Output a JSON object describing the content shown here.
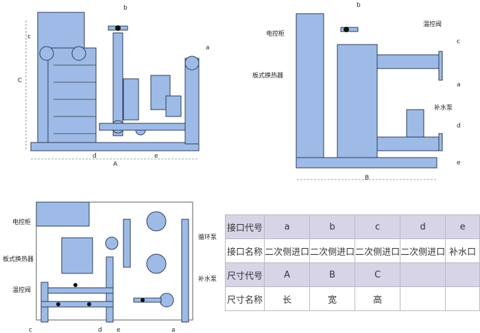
{
  "colors": {
    "equipment_fill": "#9dbbe6",
    "outline": "#2b3a55",
    "table_header_bg": "#d7d4e8"
  },
  "front_view": {
    "labels": {
      "b": "b",
      "c": "c",
      "a": "a",
      "d": "d",
      "e": "e",
      "height": "C",
      "length": "A"
    }
  },
  "side_view": {
    "labels": {
      "b": "b",
      "cabinet": "电控柜",
      "valve": "温控阀",
      "exchanger": "板式换热器",
      "pump": "补水泵",
      "c": "c",
      "a": "a",
      "d": "d",
      "e": "e",
      "width": "B"
    }
  },
  "top_view": {
    "labels": {
      "cabinet": "电控柜",
      "exchanger": "板式换热器",
      "valve": "温控阀",
      "circ_pump": "循环泵",
      "pump": "补水泵",
      "c": "c",
      "d": "d",
      "e": "e",
      "a": "a"
    }
  },
  "table": {
    "rows": [
      [
        "接口代号",
        "a",
        "b",
        "c",
        "d",
        "e"
      ],
      [
        "接口名称",
        "二次侧进口",
        "二次侧进口",
        "二次侧进口",
        "二次侧进口",
        "补水口"
      ],
      [
        "尺寸代号",
        "A",
        "B",
        "C",
        "",
        ""
      ],
      [
        "尺寸名称",
        "长",
        "宽",
        "高",
        "",
        ""
      ]
    ]
  }
}
